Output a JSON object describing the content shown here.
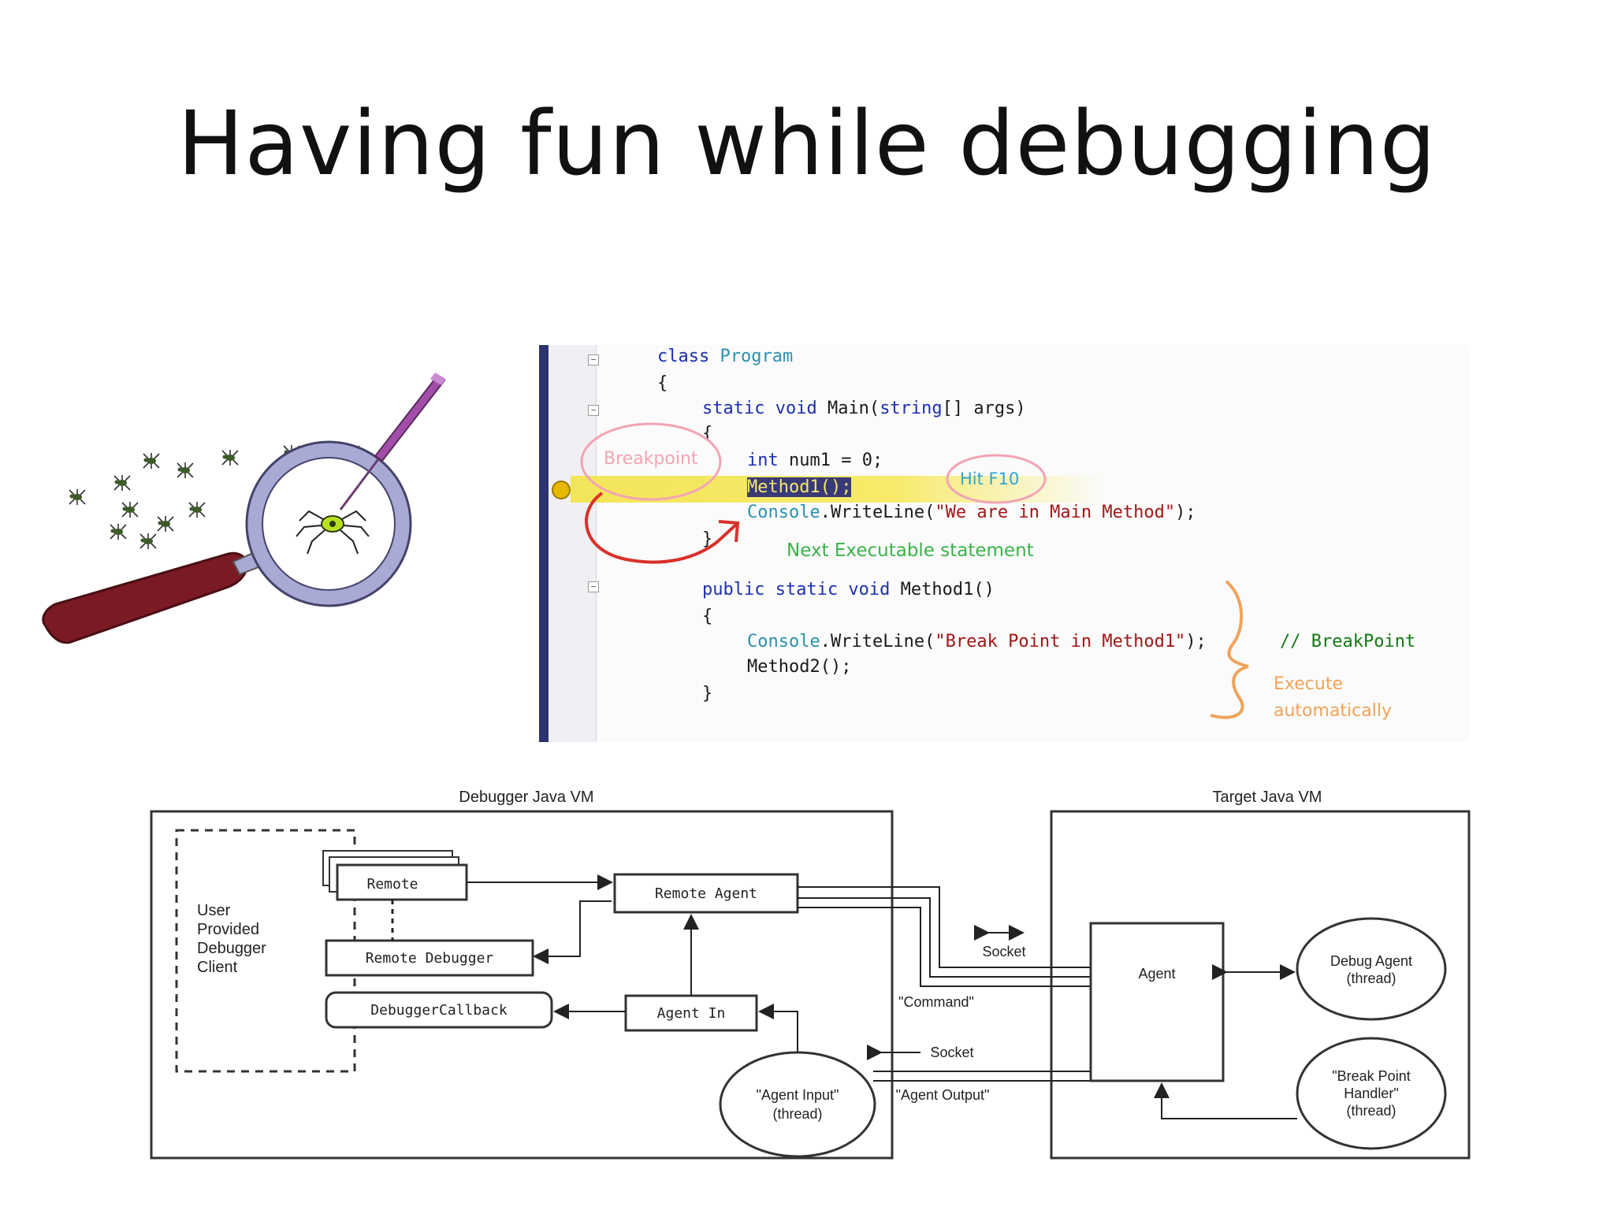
{
  "slide": {
    "title": "Having fun while debugging"
  },
  "code": {
    "lines": [
      {
        "id": "l1",
        "text": "class Program"
      },
      {
        "id": "l2",
        "text": "{"
      },
      {
        "id": "l3",
        "text": "static void Main(string[] args)"
      },
      {
        "id": "l4",
        "text": "{"
      },
      {
        "id": "l5",
        "text": "int num1 = 0;"
      },
      {
        "id": "l6",
        "text": "Method1();"
      },
      {
        "id": "l7",
        "text": "Console.WriteLine(\"We are in Main Method\");"
      },
      {
        "id": "l8",
        "text": "}"
      },
      {
        "id": "l9",
        "text": "public static void Method1()"
      },
      {
        "id": "l10",
        "text": "{"
      },
      {
        "id": "l11",
        "text": "Console.WriteLine(\"Break Point in Method1\");"
      },
      {
        "id": "l12",
        "text": "Method2();"
      },
      {
        "id": "l13",
        "text": "}"
      }
    ],
    "comment_breakpoint": "// BreakPoint",
    "annotations": {
      "breakpoint": "Breakpoint",
      "hit_f10": "Hit F10",
      "next_statement": "Next Executable statement",
      "execute_line1": "Execute",
      "execute_line2": "automatically"
    },
    "colors": {
      "breakpoint_pink": "#f2a4b4",
      "hit_f10_blue": "#2fa3d8",
      "next_green": "#3bb24a",
      "execute_orange": "#f0a35a",
      "arrow_red": "#d9312a"
    }
  },
  "diagram": {
    "debugger_vm_label": "Debugger Java VM",
    "target_vm_label": "Target Java VM",
    "user_client_lines": [
      "User",
      "Provided",
      "Debugger",
      "Client"
    ],
    "remote": "Remote",
    "remote_agent": "Remote Agent",
    "remote_debugger": "Remote Debugger",
    "debugger_callback": "DebuggerCallback",
    "agent_in": "Agent In",
    "agent_input_lines": [
      "\"Agent Input\"",
      "(thread)"
    ],
    "socket_top": "Socket",
    "command": "\"Command\"",
    "socket_bottom": "Socket",
    "agent_output": "\"Agent Output\"",
    "agent": "Agent",
    "debug_agent_lines": [
      "Debug Agent",
      "(thread)"
    ],
    "break_point_handler_lines": [
      "\"Break Point",
      "Handler\"",
      "(thread)"
    ]
  }
}
